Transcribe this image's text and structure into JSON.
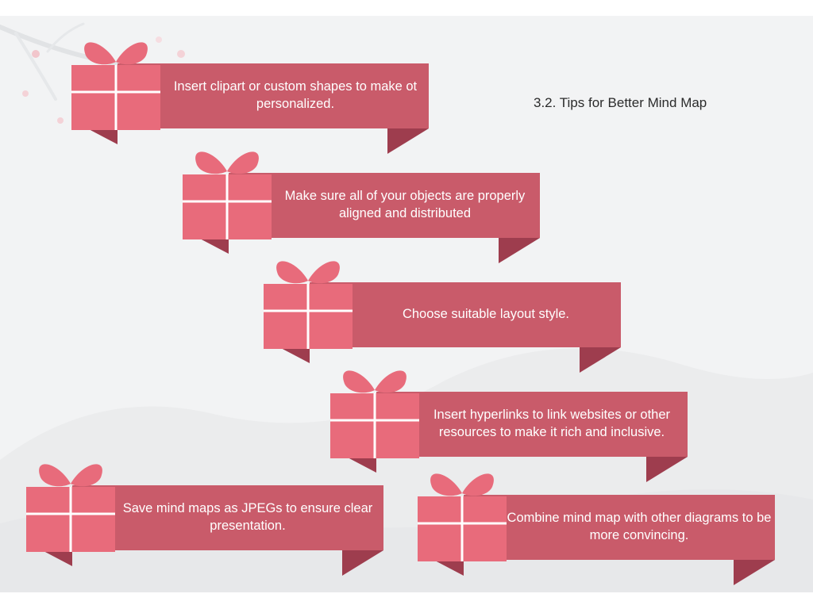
{
  "title": "3.2. Tips for Better Mind Map",
  "colors": {
    "ribbon": "#c95b6a",
    "ribbon_shadow": "#9e3d4e",
    "box": "#e86b7b",
    "bow": "#e86b7b",
    "cross": "#ffffff",
    "background": "#f2f3f4",
    "title_text": "#2b2b2b"
  },
  "tips": [
    {
      "text": "Insert clipart or custom shapes to make ot personalized."
    },
    {
      "text": "Make sure all of your objects are properly aligned and distributed"
    },
    {
      "text": "Choose suitable layout style."
    },
    {
      "text": "Insert hyperlinks to link websites or other resources to make it rich and inclusive."
    },
    {
      "text": "Save mind maps as JPEGs to ensure clear presentation."
    },
    {
      "text": "Combine mind map with other diagrams to be more convincing."
    }
  ]
}
